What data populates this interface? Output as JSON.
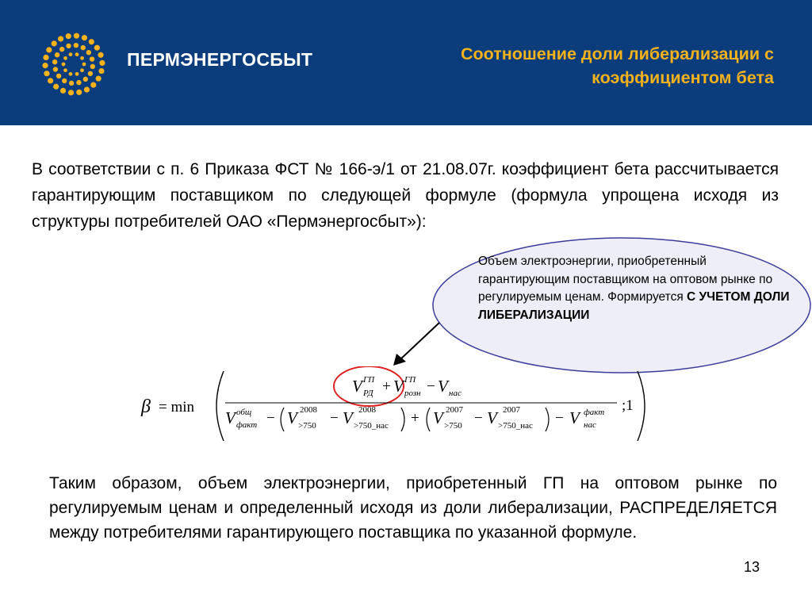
{
  "header": {
    "brand": "ПЕРМЭНЕРГОСБЫТ",
    "title_line1": "Соотношение доли либерализации с",
    "title_line2": "коэффициентом бета",
    "bg_color": "#0b3c7c",
    "title_color": "#f5b21a",
    "logo_icon": "sun-dots-icon"
  },
  "intro": "В соответствии с п. 6 Приказа ФСТ № 166-э/1 от 21.08.07г. коэффициент бета рассчитывается гарантирующим поставщиком по следующей формуле (формула упрощена исходя из структуры потребителей ОАО «Пермэнергосбыт»):",
  "callout": {
    "text": "Объем электроэнергии, приобретенный гарантирующим поставщиком на оптовом рынке по регулируемым ценам. Формируется",
    "emphasis": "С УЧЕТОМ ДОЛИ ЛИБЕРАЛИЗАЦИИ"
  },
  "formula": {
    "beta": "β",
    "eq_min": "= min",
    "numerator": {
      "v_rd_sup": "ГП",
      "v_rd_sub": "РД",
      "v_rozn_sup": "ГП",
      "v_rozn_sub": "розн",
      "v_nas_sub": "нас"
    },
    "denominator": {
      "fakt_sup": "общ",
      "fakt_sub": "факт",
      "y2008": "2008",
      "gt750": ">750",
      "gt750_nas": ">750_нас",
      "y2007": "2007",
      "fakt_nas_sup": "факт",
      "fakt_nas_sub": "нас"
    },
    "tail": ";1"
  },
  "conclusion": "Таким образом, объем электроэнергии, приобретенный ГП на оптовом рынке по регулируемым ценам и определенный исходя из доли либерализации, РАСПРЕДЕЛЯЕТСЯ между потребителями гарантирующего поставщика по указанной формуле.",
  "page_number": "13"
}
